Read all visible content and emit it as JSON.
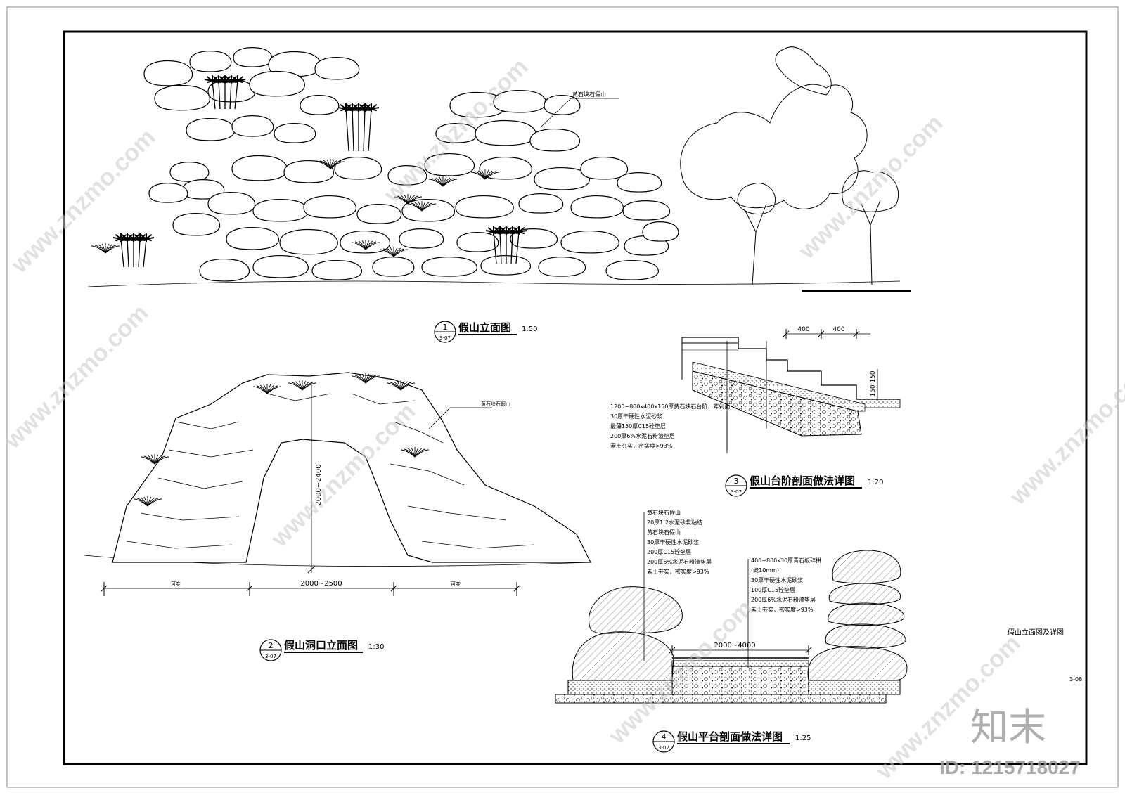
{
  "sheet": {
    "name": "假山立面图及详图",
    "number": "3-08"
  },
  "views": [
    {
      "num": "1",
      "ref": "3-07",
      "title": "假山立面图",
      "scale": "1:50"
    },
    {
      "num": "2",
      "ref": "3-07",
      "title": "假山洞口立面图",
      "scale": "1:30"
    },
    {
      "num": "3",
      "ref": "3-07",
      "title": "假山台阶剖面做法详图",
      "scale": "1:20"
    },
    {
      "num": "4",
      "ref": "3-07",
      "title": "假山平台剖面做法详图",
      "scale": "1:25"
    }
  ],
  "elevation": {
    "rock_label": "黄石块石假山"
  },
  "arch": {
    "rock_label": "黄石块石假山",
    "height_dim": "2000~2400",
    "width_dim": "2000~2500",
    "side_left": "可变",
    "side_right": "可变"
  },
  "steps": {
    "dim_1": "400",
    "dim_2": "400",
    "rise_1": "150",
    "rise_2": "150",
    "layers": [
      "1200~800x400x150厚黄石块石台阶，斧剁面",
      "30厚干硬性水泥砂浆",
      "最薄150厚C15砼垫层",
      "200厚6%水泥石粉渣垫层",
      "素土夯实，密实度>93%"
    ]
  },
  "platform": {
    "width_dim": "2000~4000",
    "layers_left": [
      "黄石块石假山",
      "20厚1:2水泥砂浆粘结",
      "黄石块石假山",
      "30厚干硬性水泥砂浆",
      "200厚C15砼垫层",
      "200厚6%水泥石粉渣垫层",
      "素土夯实，密实度>93%"
    ],
    "layers_right": [
      "400~800x30厚青石板碎拼",
      "(缝10mm)",
      "30厚干硬性水泥砂浆",
      "100厚C15砼垫层",
      "200厚6%水泥石粉渣垫层",
      "素土夯实，密实度>93%"
    ]
  },
  "watermark": {
    "brand": "知末",
    "site": "www.znzmo.com",
    "id_text": "ID: 1215718027"
  }
}
